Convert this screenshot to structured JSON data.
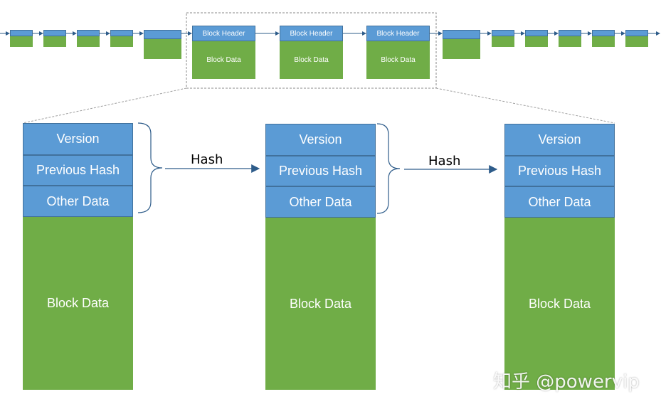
{
  "top_chain": {
    "header_label": "Block Header",
    "data_label": "Block Data"
  },
  "detail_blocks": [
    {
      "version": "Version",
      "previous_hash": "Previous Hash",
      "other_data": "Other Data",
      "block_data": "Block Data"
    },
    {
      "version": "Version",
      "previous_hash": "Previous Hash",
      "other_data": "Other Data",
      "block_data": "Block Data"
    },
    {
      "version": "Version",
      "previous_hash": "Previous Hash",
      "other_data": "Other Data",
      "block_data": "Block Data"
    }
  ],
  "hash_arrows": [
    "Hash",
    "Hash"
  ],
  "watermark": "知乎 @powervip",
  "colors": {
    "header_blue": "#5b9bd5",
    "header_border": "#41719c",
    "data_green": "#70ad47",
    "arrow_blue": "#2e5c8a"
  }
}
